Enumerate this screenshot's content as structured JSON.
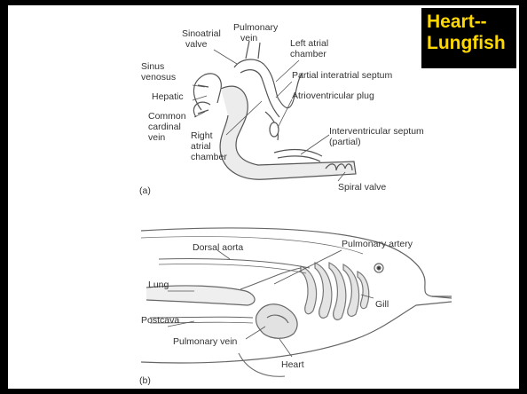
{
  "slide": {
    "title_line1": "Heart--",
    "title_line2": "Lungfish"
  },
  "figure_a": {
    "panel_label": "(a)",
    "labels": {
      "sinoatrial_valve_1": "Sinoatrial",
      "sinoatrial_valve_2": "valve",
      "pulmonary_vein_1": "Pulmonary",
      "pulmonary_vein_2": "vein",
      "left_atrial_1": "Left atrial",
      "left_atrial_2": "chamber",
      "sinus_venosus_1": "Sinus",
      "sinus_venosus_2": "venosus",
      "partial_interatrial": "Partial interatrial septum",
      "hepatic": "Hepatic",
      "av_plug": "Atrioventricular plug",
      "common_cardinal_1": "Common",
      "common_cardinal_2": "cardinal",
      "common_cardinal_3": "vein",
      "right_atrial_1": "Right",
      "right_atrial_2": "atrial",
      "right_atrial_3": "chamber",
      "interventricular_1": "Interventricular septum",
      "interventricular_2": "(partial)",
      "spiral_valve": "Spiral valve"
    }
  },
  "figure_b": {
    "panel_label": "(b)",
    "labels": {
      "pulmonary_artery": "Pulmonary artery",
      "dorsal_aorta": "Dorsal aorta",
      "lung": "Lung",
      "gill": "Gill",
      "postcava": "Postcava",
      "pulmonary_vein": "Pulmonary vein",
      "heart": "Heart"
    }
  }
}
